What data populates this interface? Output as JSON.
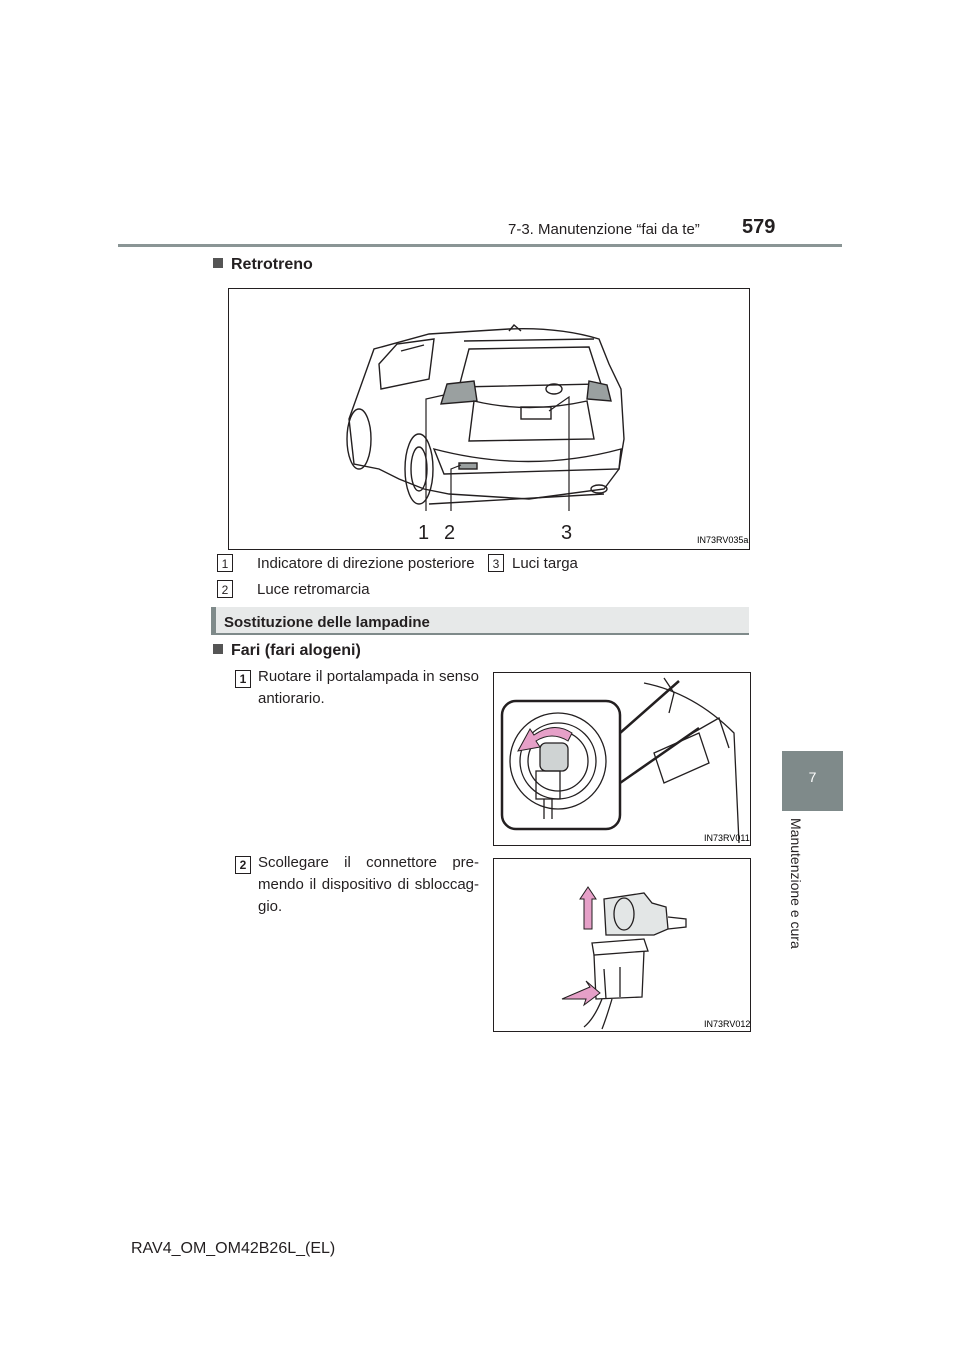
{
  "header": {
    "section": "7-3. Manutenzione “fai da te”",
    "page_number": "579"
  },
  "side_tab": {
    "chapter_number": "7",
    "chapter_title": "Manutenzione e cura"
  },
  "rear": {
    "heading": "Retrotreno",
    "figure_code": "IN73RV035a",
    "figure_numbers": [
      "1",
      "2",
      "3"
    ],
    "callouts": [
      {
        "num": "1",
        "label": "Indicatore di direzione posteriore"
      },
      {
        "num": "2",
        "label": "Luce retromarcia"
      },
      {
        "num": "3",
        "label": "Luci targa"
      }
    ]
  },
  "section_title": "Sostituzione delle lampadine",
  "headlights": {
    "heading": "Fari (fari alogeni)",
    "steps": [
      {
        "num": "1",
        "text": "Ruotare il portalampada in senso antiorario.",
        "figure_code": "IN73RV011"
      },
      {
        "num": "2",
        "text": "Scollegare il connettore pre-mendo il dispositivo di sbloccag-gio.",
        "figure_code": "IN73RV012"
      }
    ]
  },
  "footer": "RAV4_OM_OM42B26L_(EL)"
}
